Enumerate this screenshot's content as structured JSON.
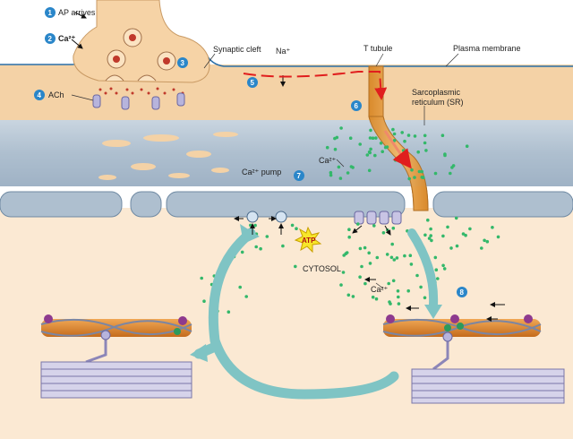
{
  "labels": {
    "ap_arrives": "AP arrives",
    "ca_terminal": "Ca²⁺",
    "ach": "ACh",
    "synaptic_cleft": "Synaptic cleft",
    "na": "Na⁺",
    "t_tubule": "T tubule",
    "plasma_membrane": "Plasma membrane",
    "sr_line1": "Sarcoplasmic",
    "sr_line2": "reticulum (SR)",
    "ca_sr": "Ca²⁺",
    "ca_pump": "Ca²⁺ pump",
    "atp": "ATP",
    "cytosol": "CYTOSOL",
    "ca_cytosol": "Ca²⁺"
  },
  "steps": [
    "1",
    "2",
    "3",
    "4",
    "5",
    "6",
    "7",
    "8"
  ],
  "colors": {
    "terminal": "#f6d3a6",
    "muscle": "#f4d2a6",
    "cytosol": "#fbe9d3",
    "sr": "#aebfcf",
    "arrow_teal": "#7fc4c4",
    "calcium": "#33b86a",
    "step_badge": "#2a86c9",
    "ap_arrow": "#e01e1e"
  }
}
